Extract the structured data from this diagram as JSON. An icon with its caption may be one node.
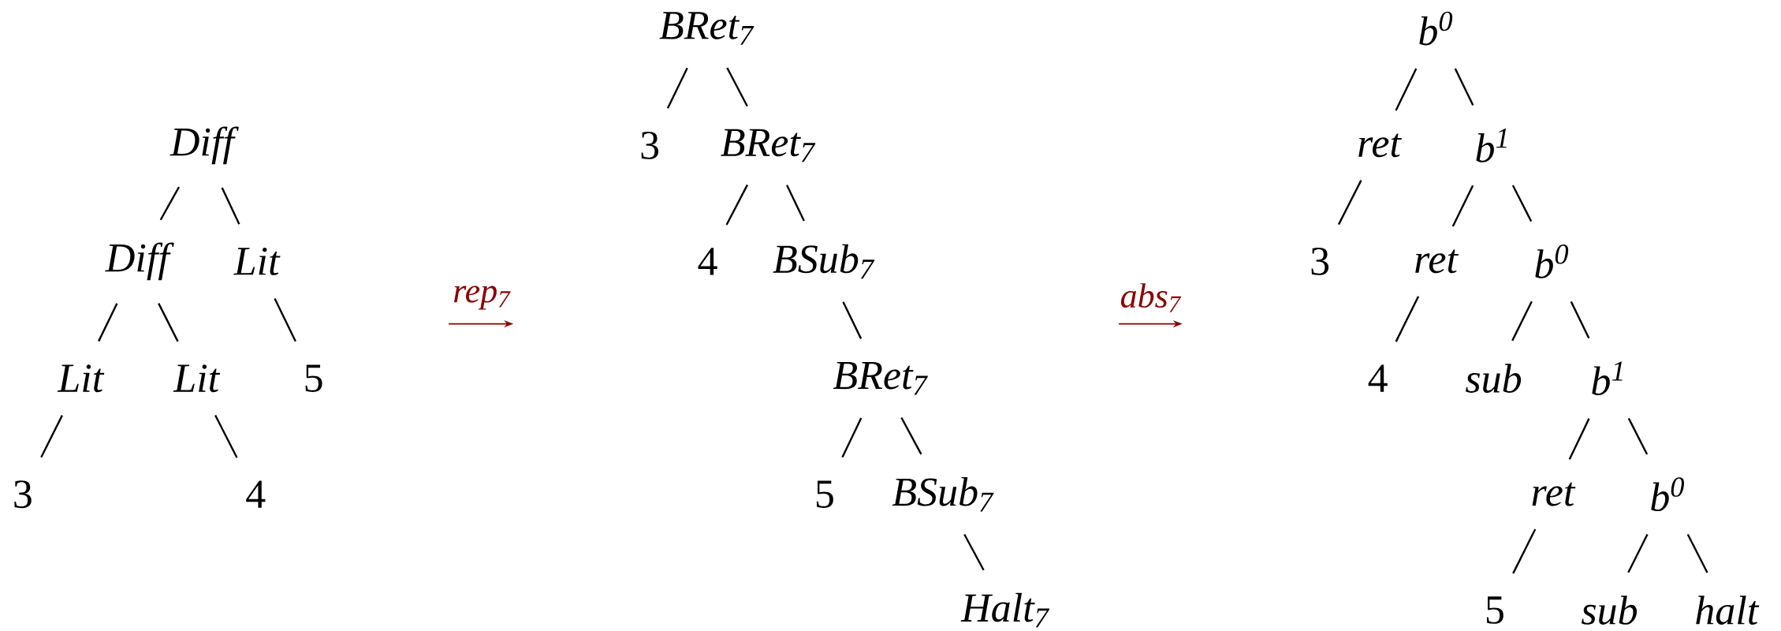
{
  "diagram": {
    "nodes": [
      {
        "text": [
          "Diff"
        ]
      },
      {
        "text": [
          "Diff"
        ]
      },
      {
        "text": [
          "Lit"
        ]
      },
      {
        "text": [
          "Lit"
        ]
      },
      {
        "text": [
          "Lit"
        ]
      },
      {
        "text": [
          "5"
        ]
      },
      {
        "text": [
          "3"
        ]
      },
      {
        "text": [
          "4"
        ]
      },
      {
        "text": [
          "BRet$_{7}$"
        ]
      },
      {
        "text": [
          "3"
        ]
      },
      {
        "text": [
          "BRet$_{7}$"
        ]
      },
      {
        "text": [
          "4"
        ]
      },
      {
        "text": [
          "BSub$_{7}$"
        ]
      },
      {
        "text": [
          "BRet$_{7}$"
        ]
      },
      {
        "text": [
          "5"
        ]
      },
      {
        "text": [
          "BSub$_{7}$"
        ]
      },
      {
        "text": [
          "Halt$_{7}$"
        ]
      },
      {
        "text": [
          "b$^{0}$"
        ]
      },
      {
        "text": [
          "ret"
        ]
      },
      {
        "text": [
          "b$^{1}$"
        ]
      },
      {
        "text": [
          "3"
        ]
      },
      {
        "text": [
          "ret"
        ]
      },
      {
        "text": [
          "b$^{0}$"
        ]
      },
      {
        "text": [
          "4"
        ]
      },
      {
        "text": [
          "sub"
        ]
      },
      {
        "text": [
          "b$^{1}$"
        ]
      },
      {
        "text": [
          "ret"
        ]
      },
      {
        "text": [
          "b$^{0}$"
        ]
      },
      {
        "text": [
          "5"
        ]
      },
      {
        "text": [
          "sub"
        ]
      },
      {
        "text": [
          "halt"
        ]
      }
    ],
    "edges": [
      {
        "from": 0,
        "to": 1,
        "arrow": "none"
      },
      {
        "from": 0,
        "to": 2,
        "arrow": "none"
      },
      {
        "from": 1,
        "to": 3,
        "arrow": "none"
      },
      {
        "from": 1,
        "to": 4,
        "arrow": "none"
      },
      {
        "from": 2,
        "to": 5,
        "arrow": "none"
      },
      {
        "from": 3,
        "to": 6,
        "arrow": "none"
      },
      {
        "from": 4,
        "to": 7,
        "arrow": "none"
      },
      {
        "from": 8,
        "to": 9,
        "arrow": "none"
      },
      {
        "from": 8,
        "to": 10,
        "arrow": "none"
      },
      {
        "from": 10,
        "to": 11,
        "arrow": "none"
      },
      {
        "from": 10,
        "to": 12,
        "arrow": "none"
      },
      {
        "from": 12,
        "to": 13,
        "arrow": "none"
      },
      {
        "from": 13,
        "to": 14,
        "arrow": "none"
      },
      {
        "from": 13,
        "to": 15,
        "arrow": "none"
      },
      {
        "from": 15,
        "to": 16,
        "arrow": "none"
      },
      {
        "from": 17,
        "to": 18,
        "arrow": "none"
      },
      {
        "from": 17,
        "to": 19,
        "arrow": "none"
      },
      {
        "from": 18,
        "to": 20,
        "arrow": "none"
      },
      {
        "from": 19,
        "to": 21,
        "arrow": "none"
      },
      {
        "from": 19,
        "to": 22,
        "arrow": "none"
      },
      {
        "from": 21,
        "to": 23,
        "arrow": "none"
      },
      {
        "from": 22,
        "to": 24,
        "arrow": "none"
      },
      {
        "from": 22,
        "to": 25,
        "arrow": "none"
      },
      {
        "from": 25,
        "to": 26,
        "arrow": "none"
      },
      {
        "from": 25,
        "to": 27,
        "arrow": "none"
      },
      {
        "from": 26,
        "to": 28,
        "arrow": "none"
      },
      {
        "from": 27,
        "to": 29,
        "arrow": "none"
      },
      {
        "from": 27,
        "to": 30,
        "arrow": "none"
      }
    ],
    "labels": [
      "rep$_{7}$",
      "abs$_{7}$"
    ]
  }
}
